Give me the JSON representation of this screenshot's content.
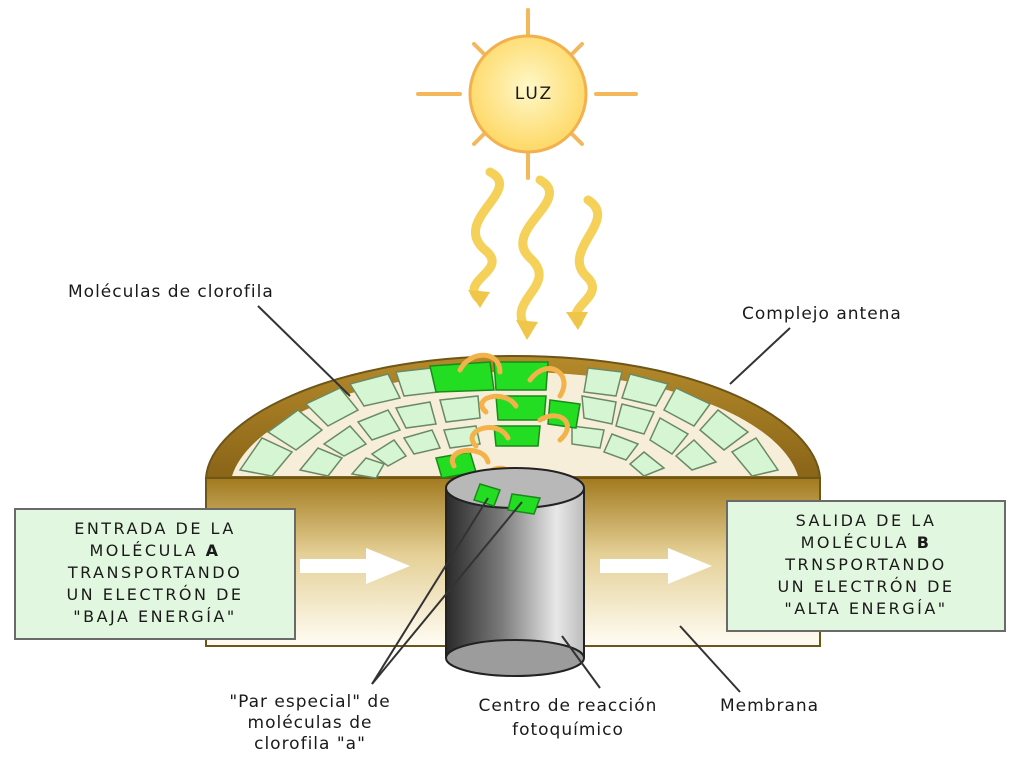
{
  "sun": {
    "label": "LUZ"
  },
  "labels": {
    "chlorophyll_molecules": "Moléculas de clorofila",
    "antenna_complex": "Complejo antena",
    "special_pair": [
      "\"Par especial\" de",
      "moléculas de",
      "clorofila \"a\""
    ],
    "reaction_center": [
      "Centro de reacción",
      "fotoquímico"
    ],
    "membrane": "Membrana"
  },
  "input_box": {
    "lines": [
      "ENTRADA DE LA",
      "MOLÉCULA ",
      "TRANSPORTANDO",
      "UN ELECTRÓN DE",
      "\"BAJA ENERGÍA\""
    ],
    "molecule_letter": "A"
  },
  "output_box": {
    "lines": [
      "SALIDA DE LA",
      "MOLÉCULA ",
      "TRNSPORTANDO",
      "UN ELECTRÓN DE",
      "\"ALTA ENERGÍA\""
    ],
    "molecule_letter": "B"
  },
  "colors": {
    "sun_fill": "#fff2a0",
    "sun_ray": "#f4b85c",
    "light_wave": "#f5d15a",
    "chlorophyll_cell": "#d6f5d2",
    "active_cell": "#22dd22",
    "membrane_brown": "#b48a2a",
    "box_fill": "#e2f7df"
  }
}
